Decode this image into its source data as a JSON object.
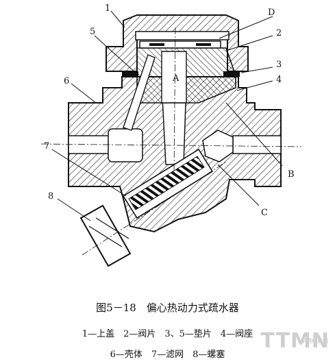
{
  "figure": {
    "labels": {
      "n1": "1",
      "n2": "2",
      "n3": "3",
      "n4": "4",
      "n5": "5",
      "n6": "6",
      "n7": "7",
      "n8": "8",
      "A": "A",
      "B": "B",
      "C": "C",
      "D": "D"
    },
    "title": "图5－18　偏心热动力式疏水器",
    "legend_line_1": "1—上盖　2—阀片　3、5—垫片　4—阀座",
    "legend_line_2": "6—壳体　7—滤网　8—螺塞"
  },
  "watermark": {
    "main": "TTMN",
    "sub": "中国纺机网"
  }
}
